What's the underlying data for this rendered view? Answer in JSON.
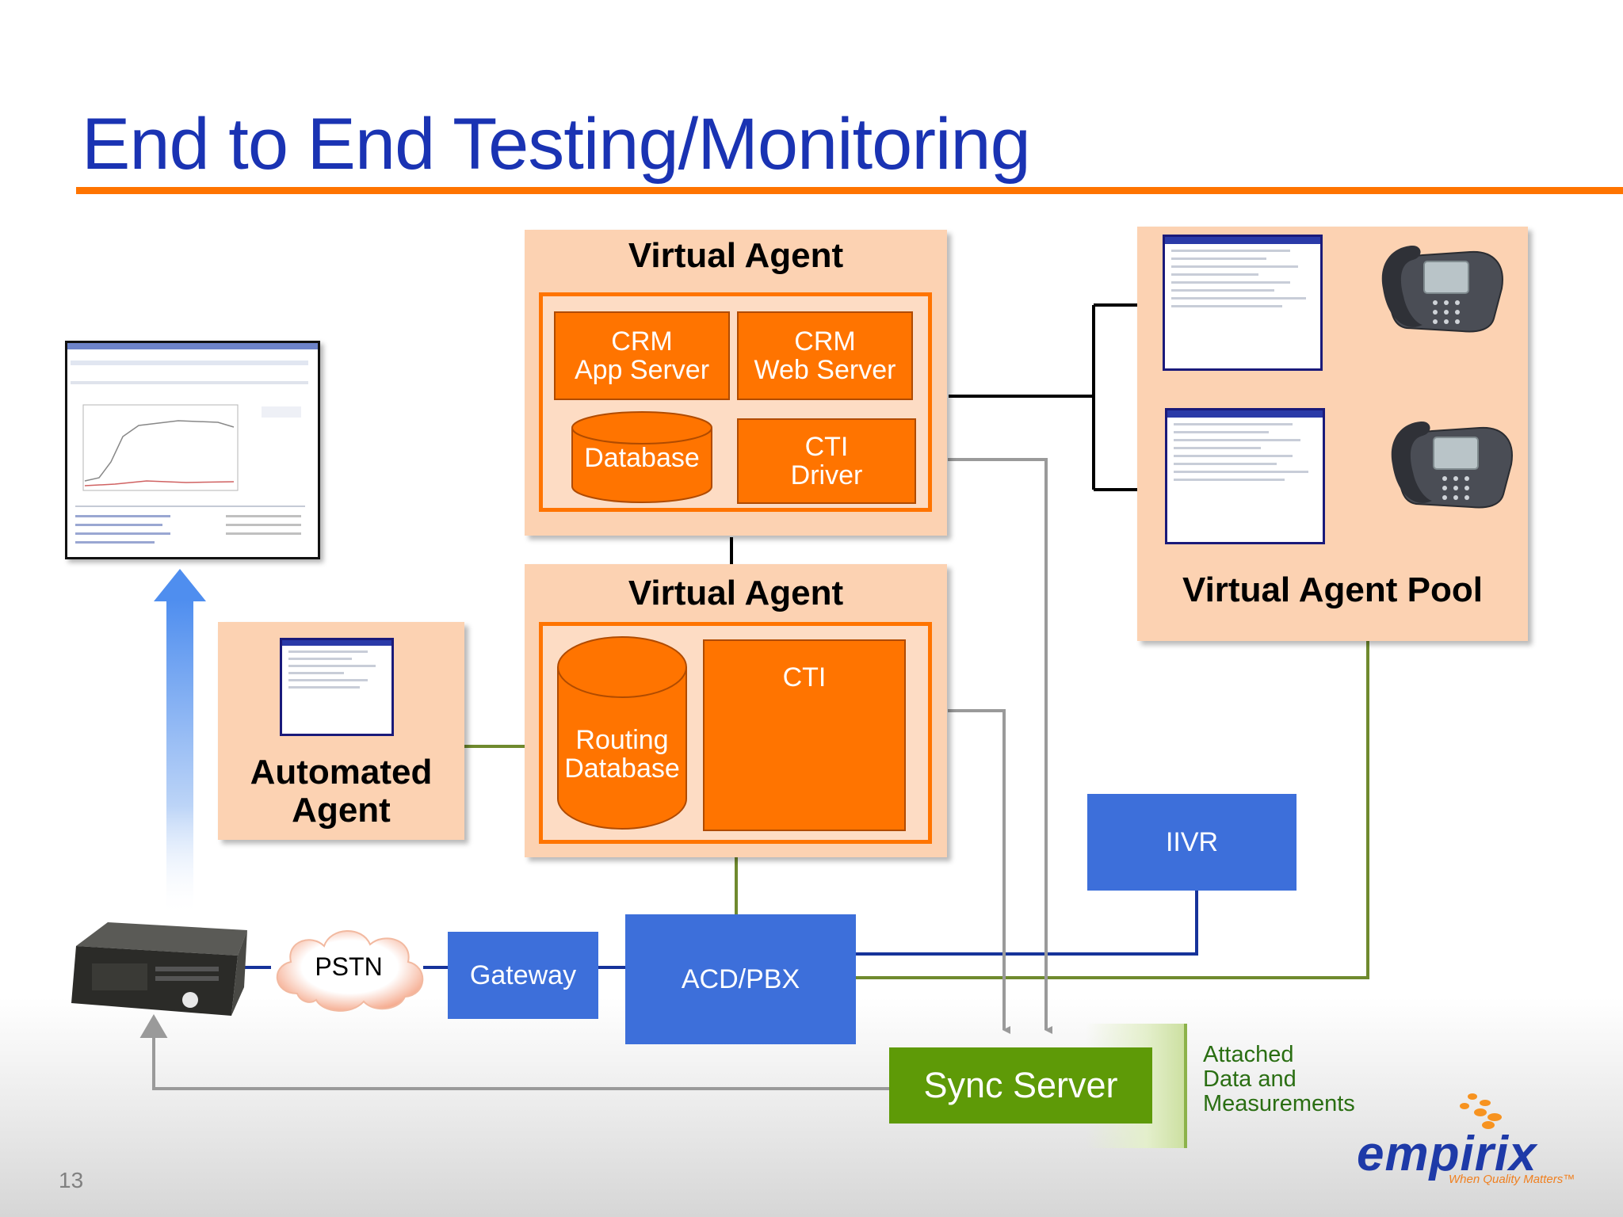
{
  "slide": {
    "title": "End to End Testing/Monitoring",
    "page_number": "13"
  },
  "virtual_agent_top": {
    "title": "Virtual Agent",
    "crm_app_server": [
      "CRM",
      "App Server"
    ],
    "crm_web_server": [
      "CRM",
      "Web Server"
    ],
    "database": "Database",
    "cti_driver": [
      "CTI",
      "Driver"
    ]
  },
  "virtual_agent_bottom": {
    "title": "Virtual Agent",
    "routing_database": [
      "Routing",
      "Database"
    ],
    "cti": "CTI"
  },
  "virtual_agent_pool": {
    "title": "Virtual Agent Pool"
  },
  "automated_agent": {
    "title": [
      "Automated",
      "Agent"
    ]
  },
  "network": {
    "pstn": "PSTN",
    "gateway": "Gateway",
    "acd_pbx": "ACD/PBX",
    "iivr": "IIVR",
    "sync_server": "Sync Server"
  },
  "attached": [
    "Attached",
    "Data and",
    "Measurements"
  ],
  "logo": {
    "brand": "empirix",
    "tagline": "When Quality Matters™"
  },
  "colors": {
    "title_blue": "#1a33b3",
    "accent_orange": "#ff7400",
    "panel_peach": "#fcd2b2",
    "box_blue": "#3d6fda",
    "sync_green": "#5e9a07",
    "line_olive": "#6f8a2e",
    "line_navy": "#16339a",
    "line_gray": "#9a9a9a"
  }
}
